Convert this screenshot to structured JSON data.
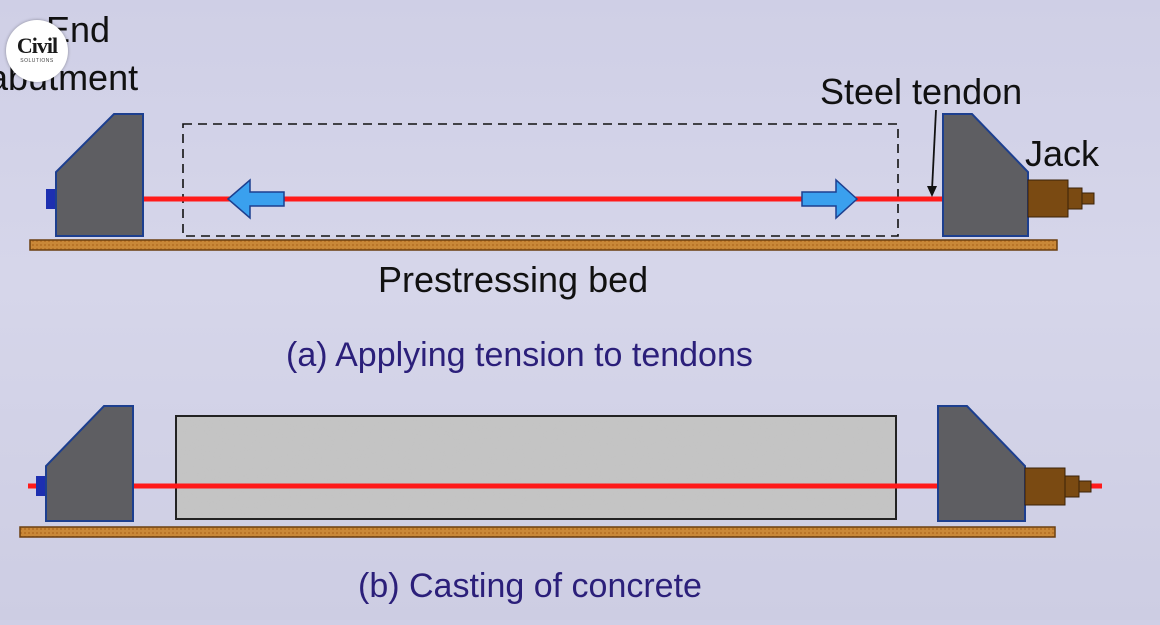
{
  "logo": {
    "text": "Civil",
    "subtext": "SOLUTIONS"
  },
  "labels": {
    "end_abutment_line1": "End",
    "end_abutment_line2": "abutment",
    "steel_tendon": "Steel tendon",
    "jack": "Jack",
    "prestressing_bed": "Prestressing bed"
  },
  "captions": {
    "a": "(a) Applying tension to tendons",
    "b": "(b) Casting of concrete"
  },
  "colors": {
    "tendon": "#ff1a1a",
    "abutment": "#5e5e62",
    "abutment_edge": "#1d3f8f",
    "jack": "#7a4a12",
    "bed": "#c9863a",
    "arrow": "#3aa0ee",
    "caption": "#2b1f7a"
  }
}
